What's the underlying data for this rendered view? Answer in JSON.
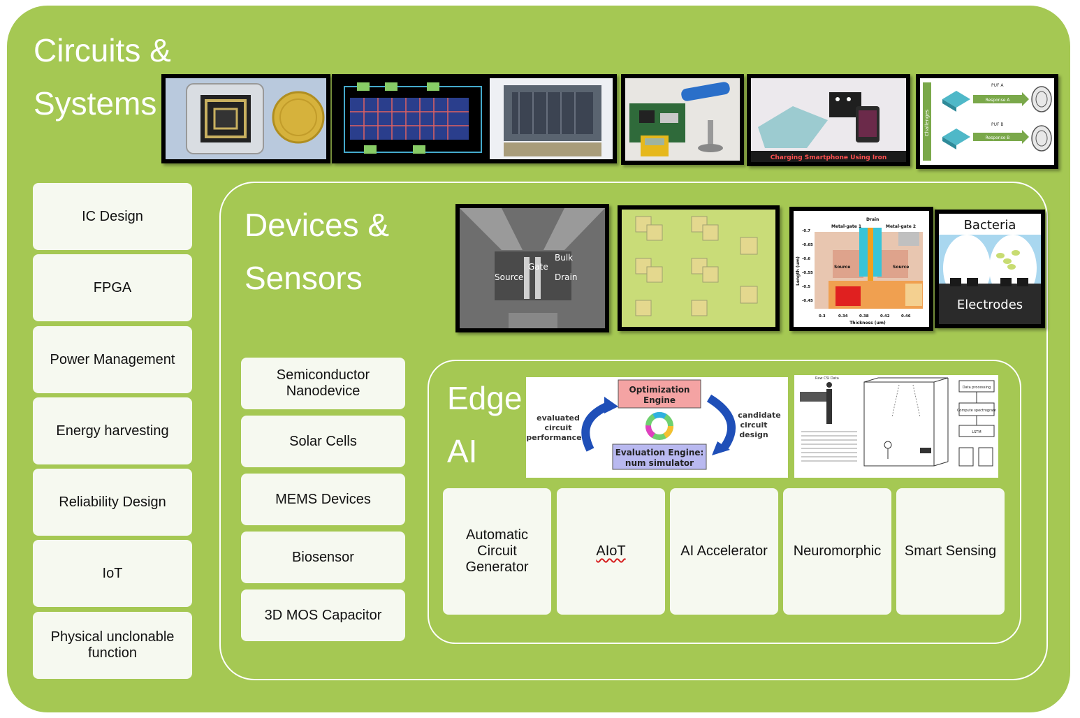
{
  "sections": {
    "circuits": {
      "title_line1": "Circuits &",
      "title_line2": "Systems",
      "items": [
        "IC Design",
        "FPGA",
        "Power Management",
        "Energy harvesting",
        "Reliability Design",
        "IoT",
        "Physical unclonable function"
      ]
    },
    "devices": {
      "title_line1": "Devices &",
      "title_line2": "Sensors",
      "items": [
        "Semiconductor Nanodevice",
        "Solar Cells",
        "MEMS Devices",
        "Biosensor",
        "3D MOS Capacitor"
      ]
    },
    "edge_ai": {
      "title_line1": "Edge",
      "title_line2": "AI",
      "items": [
        "Automatic Circuit Generator",
        "AIoT",
        "AI Accelerator",
        "Neuromorphic",
        "Smart Sensing"
      ]
    }
  },
  "images": {
    "charging_caption": "Charging Smartphone Using Iron",
    "puf": {
      "challenges": "Challenges",
      "puf_a": "PUF A",
      "puf_b": "PUF B",
      "response_a": "Response A",
      "response_b": "Response B"
    },
    "transistor": {
      "bulk": "Bulk",
      "gate": "Gate",
      "source": "Source",
      "drain": "Drain"
    },
    "simulation": {
      "metal_gate_1": "Metal-gate 1",
      "metal_gate_2": "Metal-gate 2",
      "drain": "Drain",
      "source": "Source",
      "y_axis": "Length (um)",
      "x_axis": "Thickness (um)",
      "x_ticks": [
        "0.3",
        "0.34",
        "0.38",
        "0.42",
        "0.46"
      ],
      "y_ticks": [
        "-0.7",
        "-0.65",
        "-0.6",
        "-0.55",
        "-0.5",
        "-0.45"
      ]
    },
    "biosensor": {
      "bacteria": "Bacteria",
      "electrodes": "Electrodes"
    },
    "optimization": {
      "engine_top_line1": "Optimization",
      "engine_top_line2": "Engine",
      "engine_bottom_line1": "Evaluation  Engine:",
      "engine_bottom_line2": "num simulator",
      "left_line1": "evaluated",
      "left_line2": "circuit",
      "left_line3": "performance",
      "right_line1": "candidate",
      "right_line2": "circuit",
      "right_line3": "design"
    },
    "sensing": {
      "raw_csi": "Raw CSI Data",
      "data_processing": "Data processing",
      "compute_spectrogram": "Compute spectrogram",
      "lstm": "LSTM"
    }
  },
  "colors": {
    "outer_background": "#a5c853",
    "pill_background": "#f6f9f0",
    "border": "#ffffff"
  }
}
